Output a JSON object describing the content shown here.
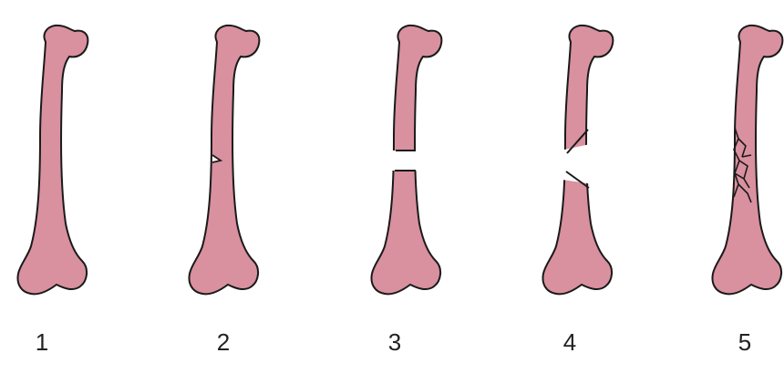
{
  "colors": {
    "bone_fill": "#D9909F",
    "bone_outline": "#1a1a1a",
    "background": "#ffffff"
  },
  "panels": [
    {
      "label": "1",
      "icon": "intact-femur-icon"
    },
    {
      "label": "2",
      "icon": "incomplete-fracture-femur-icon"
    },
    {
      "label": "3",
      "icon": "transverse-fracture-femur-icon"
    },
    {
      "label": "4",
      "icon": "oblique-fracture-femur-icon"
    },
    {
      "label": "5",
      "icon": "comminuted-fracture-femur-icon"
    }
  ]
}
